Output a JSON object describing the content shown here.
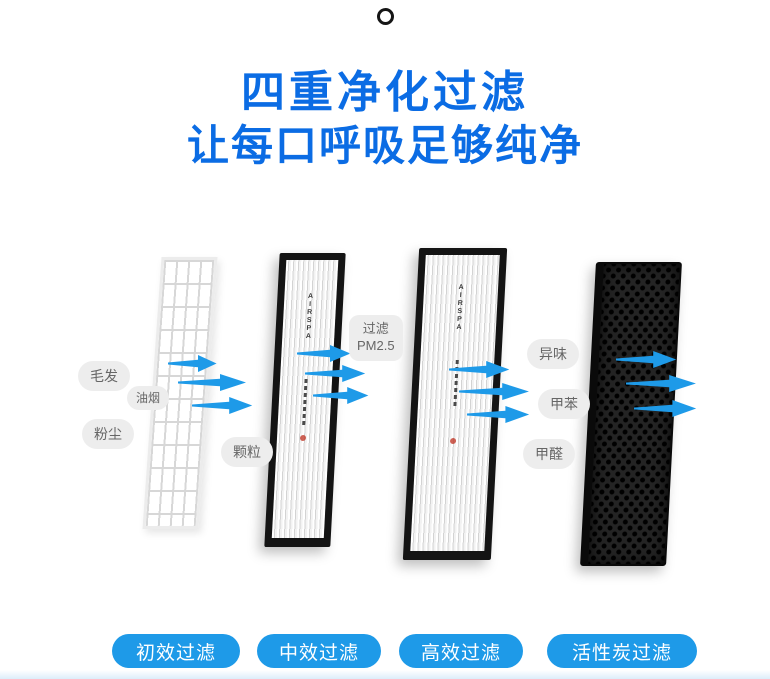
{
  "header": {
    "title_line1": "四重净化过滤",
    "title_line2": "让每口呼吸足够纯净"
  },
  "pollutants": {
    "hair": "毛发",
    "oil_smoke": "油烟",
    "dust": "粉尘",
    "particles": "颗粒",
    "pm_line1": "过滤",
    "pm_line2": "PM2.5",
    "odor": "异味",
    "toluene": "甲苯",
    "formaldehyde": "甲醛"
  },
  "filters": [
    {
      "label": "初效过滤",
      "brand": ""
    },
    {
      "label": "中效过滤",
      "brand": "AIRSPA"
    },
    {
      "label": "高效过滤",
      "brand": "AIRSPA"
    },
    {
      "label": "活性炭过滤",
      "brand": ""
    }
  ],
  "colors": {
    "title_blue": "#0b6ce4",
    "accent_blue": "#1e9ae8",
    "bubble_gray": "#ededed"
  }
}
